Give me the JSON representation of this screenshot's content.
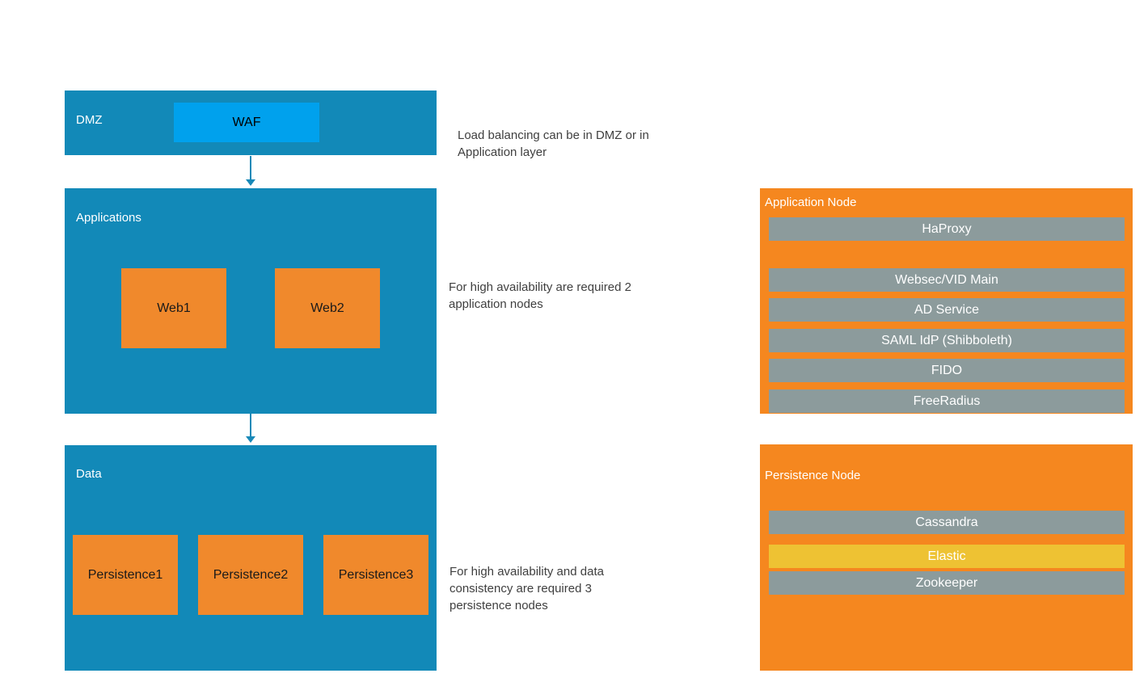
{
  "colors": {
    "layer_blue": "#1289b8",
    "waf_blue": "#00a1ed",
    "inner_orange": "#f0892c",
    "node_orange": "#f5871f",
    "service_gray": "#8c9b9c",
    "elastic_yellow": "#eec233",
    "arrow_blue": "#1989b8",
    "annotation_text": "#3f3f3f"
  },
  "layers": {
    "dmz": {
      "label": "DMZ",
      "waf_label": "WAF"
    },
    "applications": {
      "label": "Applications",
      "nodes": [
        "Web1",
        "Web2"
      ]
    },
    "data": {
      "label": "Data",
      "nodes": [
        "Persistence1",
        "Persistence2",
        "Persistence3"
      ]
    }
  },
  "annotations": {
    "load_balancing": "Load balancing can be in DMZ or in Application layer",
    "app_ha": "For high availability are required 2 application nodes",
    "data_ha": "For high availability and data consistency are required 3 persistence nodes"
  },
  "application_node": {
    "title": "Application Node",
    "services": [
      "HaProxy",
      "Websec/VID Main",
      "AD Service",
      "SAML IdP (Shibboleth)",
      "FIDO",
      "FreeRadius"
    ]
  },
  "persistence_node": {
    "title": "Persistence Node",
    "services": [
      "Cassandra",
      "Elastic",
      "Zookeeper"
    ]
  }
}
